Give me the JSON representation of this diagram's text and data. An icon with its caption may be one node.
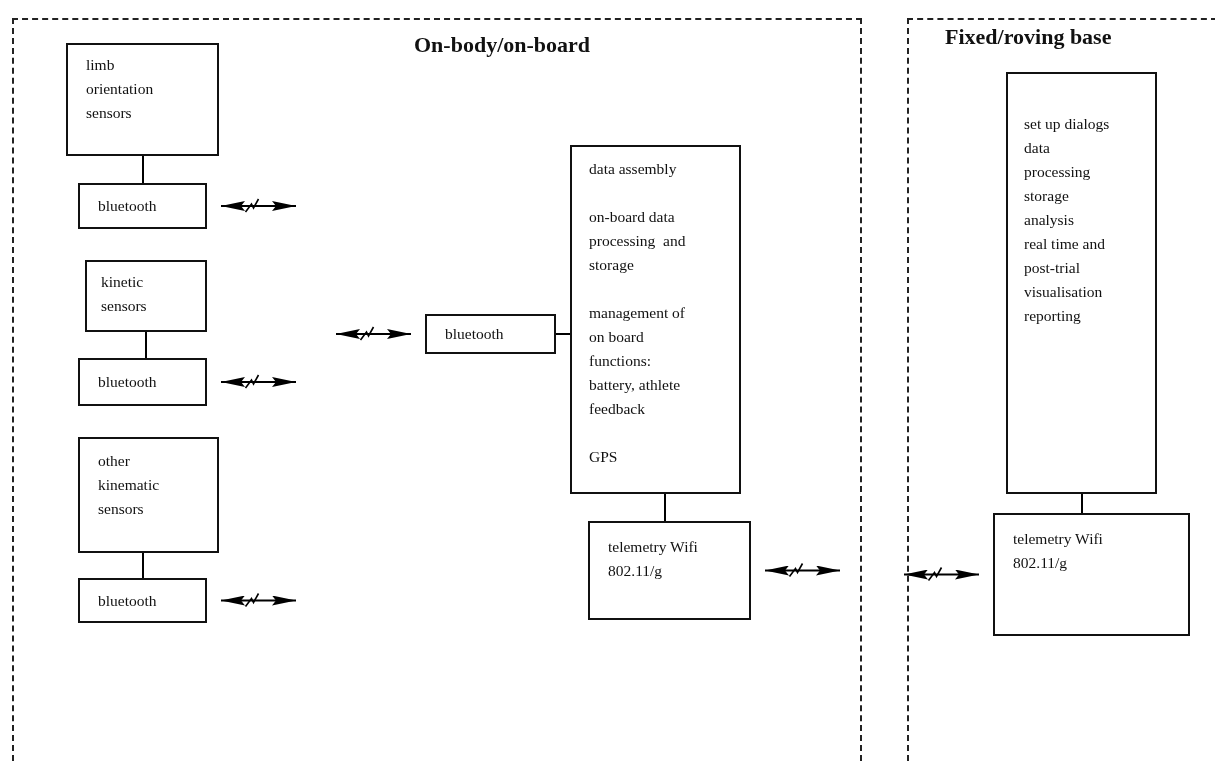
{
  "diagram": {
    "nodes": [
      {
        "text": [
          "On-body/on-board"
        ]
      },
      {
        "text": [
          "limb orientation sensors"
        ],
        "in": 0
      },
      {
        "text": [
          "bluetooth"
        ],
        "in": 0
      },
      {
        "text": [
          "kinetic sensors"
        ],
        "in": 0
      },
      {
        "text": [
          "bluetooth"
        ],
        "in": 0
      },
      {
        "text": [
          "other kinematic sensors"
        ],
        "in": 0
      },
      {
        "text": [
          "bluetooth"
        ],
        "in": 0
      },
      {
        "text": [
          "bluetooth"
        ],
        "in": 0
      },
      {
        "text": [
          "data assembly",
          "on-board data processing  and storage",
          "management of on board functions: battery, athlete feedback",
          "GPS"
        ],
        "in": 0
      },
      {
        "text": [
          "telemetry Wifi 802.11/g"
        ],
        "in": 0
      },
      {
        "text": [
          "Fixed/roving base"
        ]
      },
      {
        "text": [
          "set up dialogs",
          "data processing",
          "storage",
          "analysis",
          "real time and post-trial visualisation",
          "reporting"
        ],
        "in": 10
      },
      {
        "text": [
          "telemetry Wifi 802.11/g"
        ],
        "in": 10
      }
    ],
    "edges": [
      {
        "from": 1,
        "to": 2,
        "arrow": "none"
      },
      {
        "from": 3,
        "to": 4,
        "arrow": "none"
      },
      {
        "from": 5,
        "to": 6,
        "arrow": "none"
      },
      {
        "from": 7,
        "to": 8,
        "arrow": "none"
      },
      {
        "from": 8,
        "to": 9,
        "arrow": "none"
      },
      {
        "from": 11,
        "to": 12,
        "arrow": "none"
      },
      {
        "from": 2,
        "to": null,
        "arrow": "both"
      },
      {
        "from": 4,
        "to": null,
        "arrow": "both"
      },
      {
        "from": 6,
        "to": null,
        "arrow": "both"
      },
      {
        "from": null,
        "to": 7,
        "arrow": "both"
      },
      {
        "from": 9,
        "to": null,
        "arrow": "both"
      },
      {
        "from": null,
        "to": 12,
        "arrow": "both"
      }
    ]
  }
}
